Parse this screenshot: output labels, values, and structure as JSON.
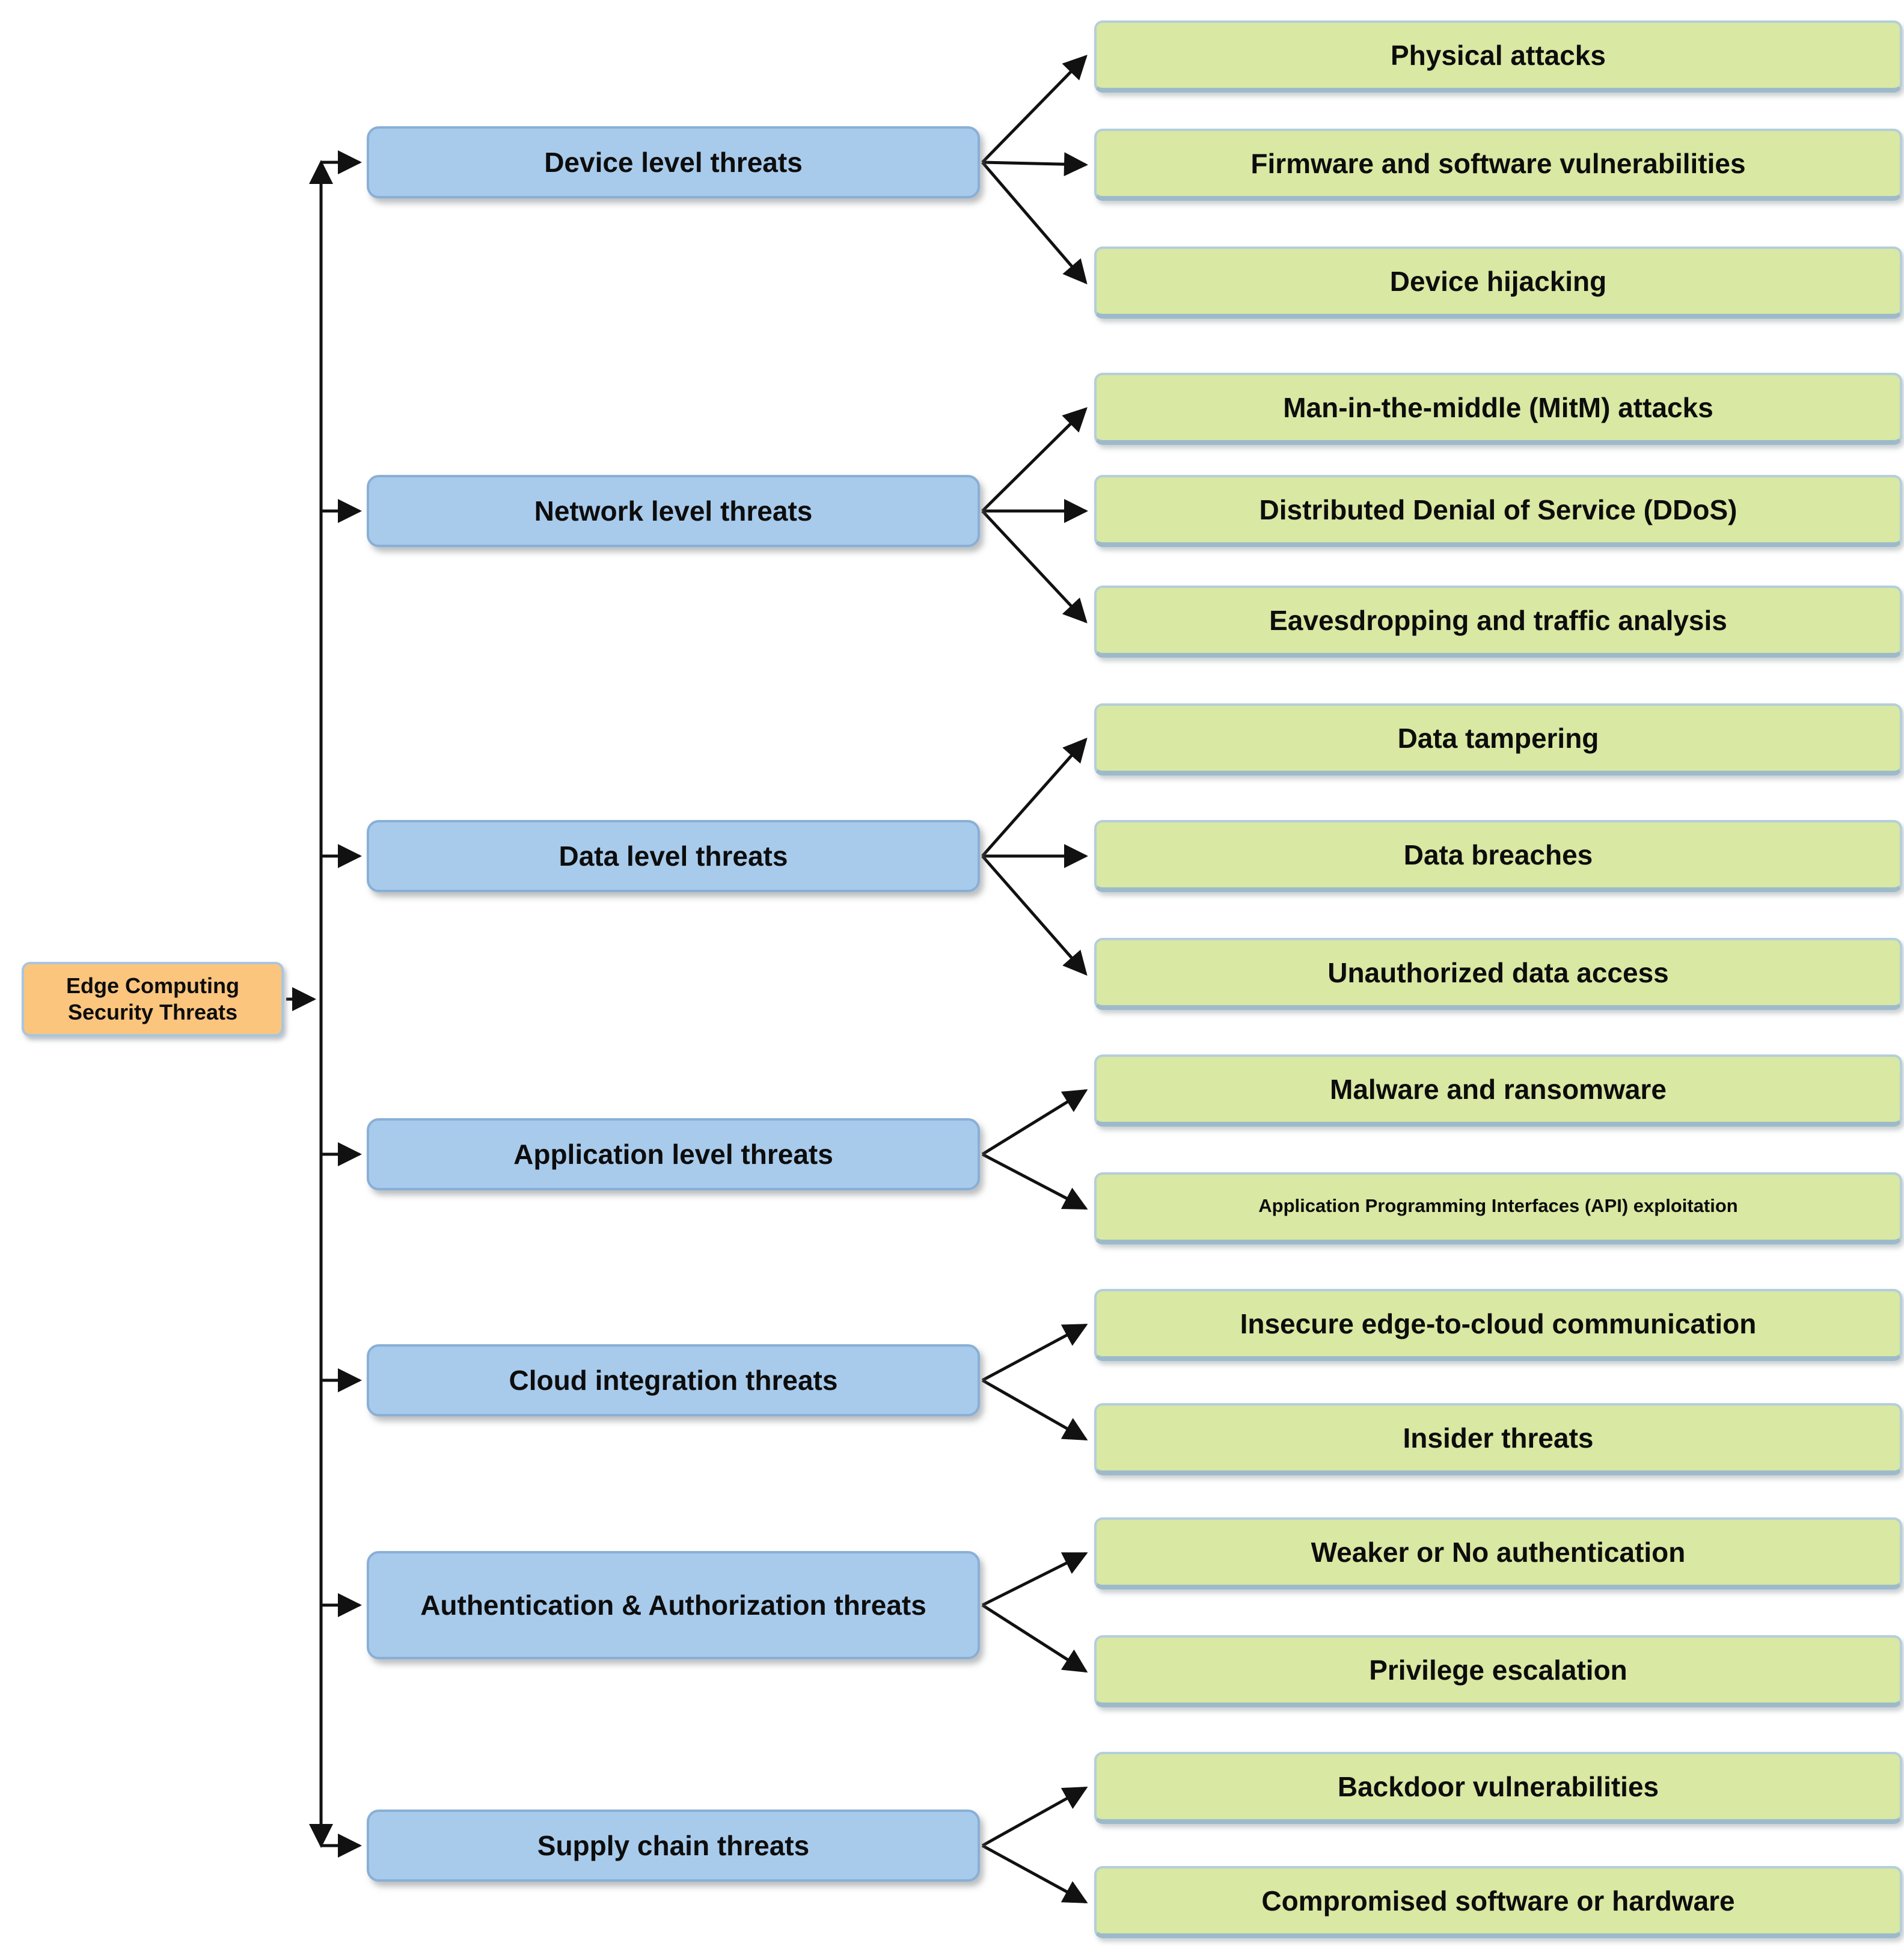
{
  "diagram": {
    "title": "Edge Computing Security Threats taxonomy",
    "root": {
      "label": "Edge Computing Security Threats"
    },
    "categories": [
      {
        "label": "Device level threats",
        "children": [
          "Physical attacks",
          "Firmware and software vulnerabilities",
          "Device hijacking"
        ]
      },
      {
        "label": "Network level threats",
        "children": [
          "Man-in-the-middle (MitM) attacks",
          "Distributed Denial of Service (DDoS)",
          "Eavesdropping and traffic analysis"
        ]
      },
      {
        "label": "Data level threats",
        "children": [
          "Data tampering",
          "Data breaches",
          "Unauthorized data access"
        ]
      },
      {
        "label": "Application level threats",
        "children": [
          "Malware and ransomware",
          "Application Programming Interfaces (API) exploitation"
        ]
      },
      {
        "label": "Cloud integration threats",
        "children": [
          "Insecure edge-to-cloud communication",
          "Insider threats"
        ]
      },
      {
        "label": "Authentication & Authorization threats",
        "children": [
          "Weaker or No authentication",
          "Privilege escalation"
        ]
      },
      {
        "label": "Supply chain threats",
        "children": [
          "Backdoor vulnerabilities",
          "Compromised software or hardware"
        ]
      }
    ],
    "colors": {
      "category_fill": "#A8CBEC",
      "category_border": "#89AFD6",
      "leaf_fill": "#D9E8A2",
      "leaf_border": "#9DBACB",
      "root_fill": "#FBC57E",
      "connector": "#111111"
    }
  }
}
